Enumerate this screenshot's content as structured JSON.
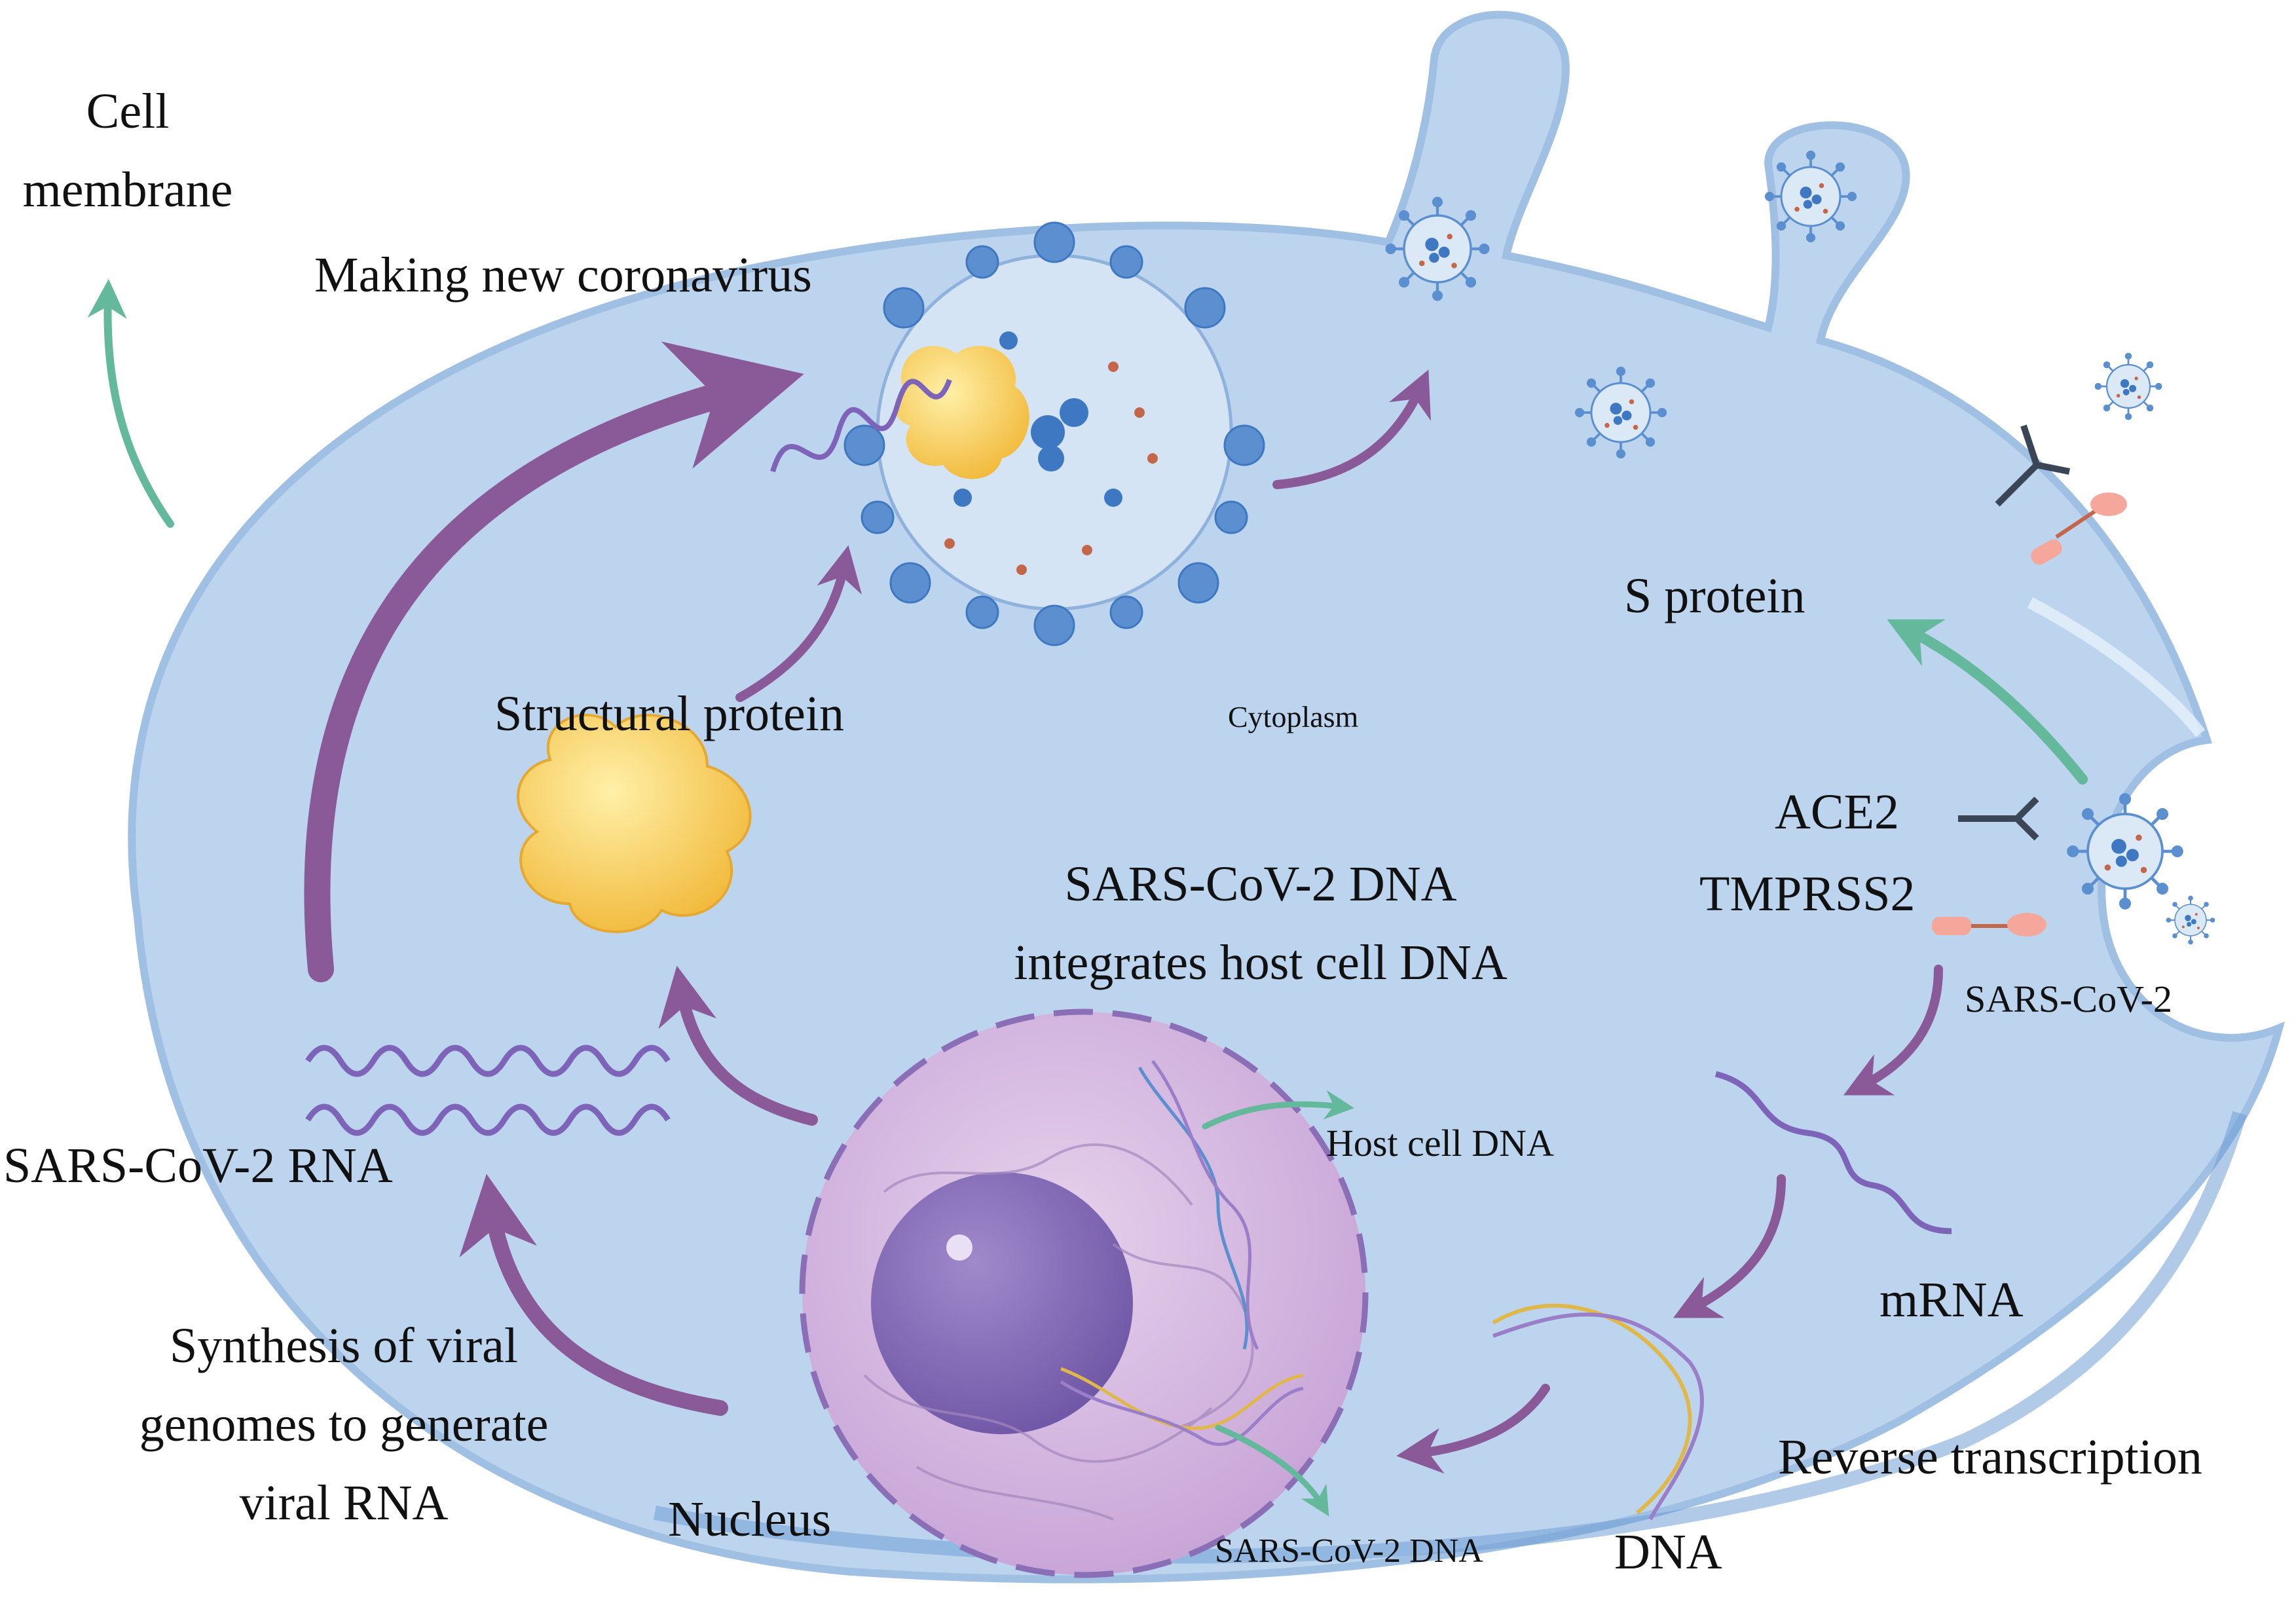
{
  "colors": {
    "cytoplasm": "#bcd4ee",
    "membrane": "#9fbfe3",
    "membrane_dark": "#6f9fd6",
    "arrow_purple": "#8a5a98",
    "arrow_teal": "#64b89b",
    "nucleus": "#d6b8e0",
    "nucleolus": "#8a6fb6",
    "protein": "#f6c84e",
    "rna": "#7d64b8",
    "virus": "#5b8fcf"
  },
  "labels": {
    "cell_membrane_line1": "Cell",
    "cell_membrane_line2": "membrane",
    "making_virus": "Making new coronavirus",
    "s_protein": "S protein",
    "structural_protein": "Structural protein",
    "cytoplasm": "Cytoplasm",
    "ace2": "ACE2",
    "tmprss2": "TMPRSS2",
    "sars_cov_2": "SARS-CoV-2",
    "integrates_line1": "SARS-CoV-2 DNA",
    "integrates_line2": "integrates host cell DNA",
    "host_cell_dna": "Host cell DNA",
    "sars_rna": "SARS-CoV-2 RNA",
    "mrna": "mRNA",
    "synthesis_line1": "Synthesis of viral",
    "synthesis_line2": "genomes to generate",
    "synthesis_line3": "viral RNA",
    "reverse_transcription": "Reverse transcription",
    "nucleus": "Nucleus",
    "sars_dna": "SARS-CoV-2 DNA",
    "dna": "DNA"
  }
}
